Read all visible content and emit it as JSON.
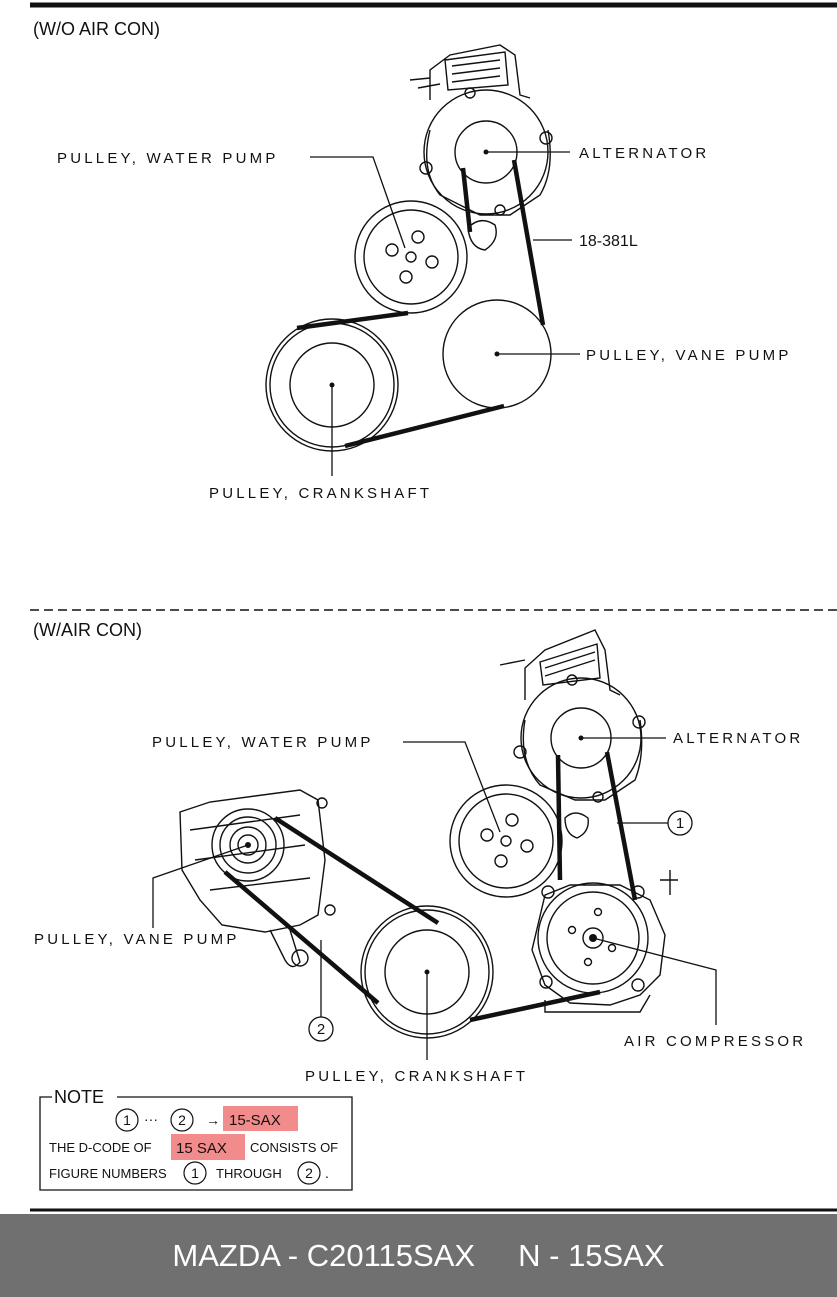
{
  "section_top": {
    "title": "(W/O AIR CON)",
    "labels": {
      "water_pump": "PULLEY, WATER  PUMP",
      "alternator": "ALTERNATOR",
      "belt": "18-381L",
      "vane_pump": "PULLEY, VANE  PUMP",
      "crankshaft": "PULLEY, CRANKSHAFT"
    }
  },
  "section_bottom": {
    "title": "(W/AIR CON)",
    "labels": {
      "water_pump": "PULLEY, WATER  PUMP",
      "alternator": "ALTERNATOR",
      "vane_pump": "PULLEY, VANE  PUMP",
      "crankshaft": "PULLEY, CRANKSHAFT",
      "air_compressor": "AIR  COMPRESSOR"
    },
    "callouts": {
      "one": "1",
      "two": "2"
    }
  },
  "note": {
    "title": "NOTE",
    "line1_num1": "1",
    "line1_sep": "···",
    "line1_num2": "2",
    "line1_arrow": "→",
    "line1_code": "15-SAX",
    "line2_pre": "THE D-CODE OF",
    "line2_code": "15 SAX",
    "line2_post": "CONSISTS OF",
    "line3_pre": "FIGURE NUMBERS",
    "line3_num1": "1",
    "line3_mid": "THROUGH",
    "line3_num2": "2",
    "line3_end": ".",
    "highlight_color": "#f28b8b"
  },
  "footer": {
    "text": "MAZDA - C20115SAX     N - 15SAX",
    "background": "#707070"
  }
}
